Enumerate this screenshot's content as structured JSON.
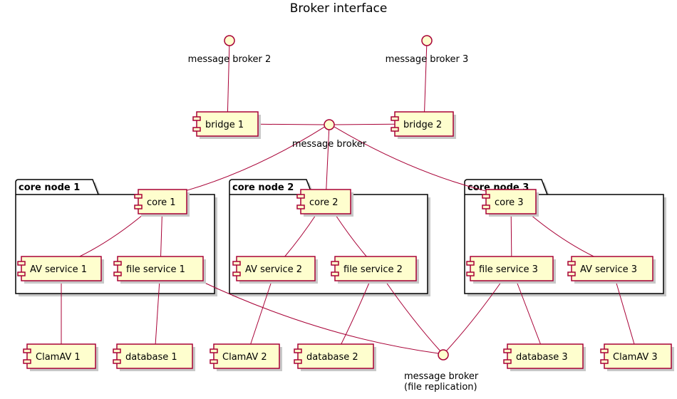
{
  "title": "Broker interface",
  "colors": {
    "line": "#A80036",
    "fill": "#FEFECE",
    "package_border": "#000000"
  },
  "packages": {
    "n1": {
      "label": "core node 1"
    },
    "n2": {
      "label": "core node 2"
    },
    "n3": {
      "label": "core node 3"
    }
  },
  "interfaces": {
    "mb": {
      "lines": [
        "message broker"
      ]
    },
    "mb2": {
      "lines": [
        "message broker 2"
      ]
    },
    "mb3": {
      "lines": [
        "message broker 3"
      ]
    },
    "mbf": {
      "lines": [
        "message broker",
        "(file replication)"
      ]
    }
  },
  "components": {
    "bridge1": {
      "label": "bridge 1"
    },
    "bridge2": {
      "label": "bridge 2"
    },
    "core1": {
      "label": "core 1"
    },
    "core2": {
      "label": "core 2"
    },
    "core3": {
      "label": "core 3"
    },
    "av1": {
      "label": "AV service 1"
    },
    "fs1": {
      "label": "file service 1"
    },
    "av2": {
      "label": "AV service 2"
    },
    "fs2": {
      "label": "file service 2"
    },
    "fs3": {
      "label": "file service 3"
    },
    "av3": {
      "label": "AV service 3"
    },
    "clam1": {
      "label": "ClamAV 1"
    },
    "db1": {
      "label": "database 1"
    },
    "clam2": {
      "label": "ClamAV 2"
    },
    "db2": {
      "label": "database 2"
    },
    "db3": {
      "label": "database 3"
    },
    "clam3": {
      "label": "ClamAV 3"
    }
  },
  "connections": [
    {
      "from": "mb2",
      "to": "bridge1"
    },
    {
      "from": "mb3",
      "to": "bridge2"
    },
    {
      "from": "bridge1",
      "to": "mb"
    },
    {
      "from": "mb",
      "to": "bridge2"
    },
    {
      "from": "mb",
      "to": "core1"
    },
    {
      "from": "mb",
      "to": "core2"
    },
    {
      "from": "mb",
      "to": "core3"
    },
    {
      "from": "core1",
      "to": "av1"
    },
    {
      "from": "core1",
      "to": "fs1"
    },
    {
      "from": "core2",
      "to": "av2"
    },
    {
      "from": "core2",
      "to": "fs2"
    },
    {
      "from": "core3",
      "to": "fs3"
    },
    {
      "from": "core3",
      "to": "av3"
    },
    {
      "from": "av1",
      "to": "clam1"
    },
    {
      "from": "fs1",
      "to": "db1"
    },
    {
      "from": "av2",
      "to": "clam2"
    },
    {
      "from": "fs2",
      "to": "db2"
    },
    {
      "from": "fs3",
      "to": "db3"
    },
    {
      "from": "av3",
      "to": "clam3"
    },
    {
      "from": "fs1",
      "to": "mbf"
    },
    {
      "from": "fs2",
      "to": "mbf"
    },
    {
      "from": "fs3",
      "to": "mbf"
    }
  ]
}
